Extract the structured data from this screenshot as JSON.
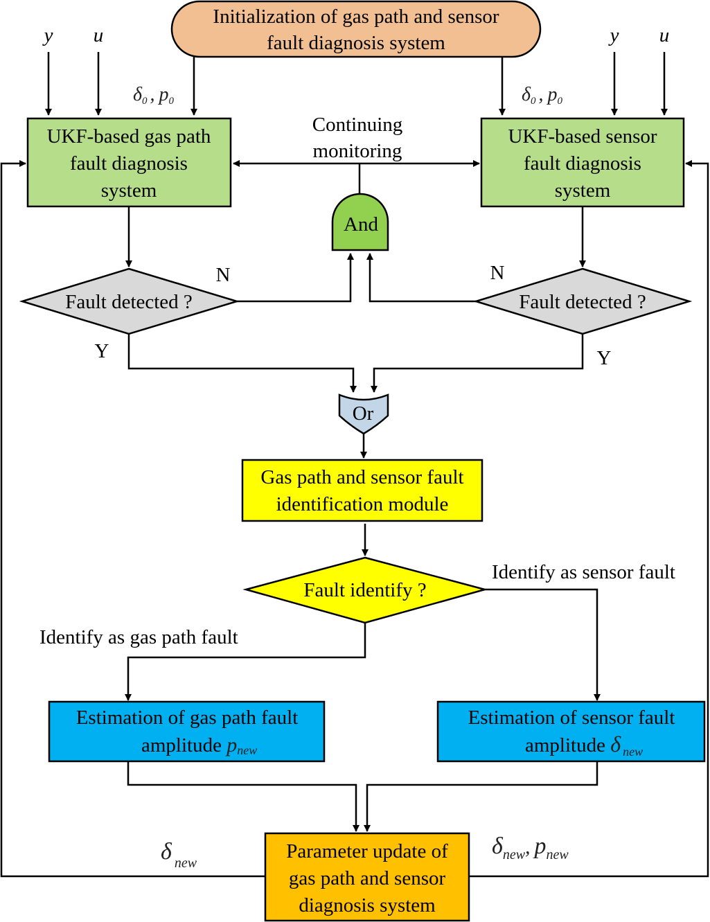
{
  "diagram": {
    "title": "Gas path and sensor fault diagnosis flowchart",
    "colors": {
      "init": "#f2bf92",
      "ukf": "#b6dd8a",
      "and_gate": "#92d050",
      "diamond_detect": "#d9d9d9",
      "or_gate": "#c3d6e8",
      "identify": "#ffff00",
      "estimation": "#00b0f0",
      "update": "#ffc000"
    },
    "nodes": {
      "init": {
        "line1": "Initialization of  gas path and sensor",
        "line2": "fault diagnosis system"
      },
      "ukf_gas": {
        "line1": "UKF-based gas path",
        "line2": "fault diagnosis",
        "line3": "system"
      },
      "ukf_sensor": {
        "line1": "UKF-based sensor",
        "line2": "fault diagnosis",
        "line3": "system"
      },
      "and_gate": {
        "label": "And"
      },
      "detect_left": {
        "label": "Fault detected ?"
      },
      "detect_right": {
        "label": "Fault detected ?"
      },
      "or_gate": {
        "label": "Or"
      },
      "identification": {
        "line1": "Gas path and sensor fault",
        "line2": "identification module"
      },
      "identify_diamond": {
        "label": "Fault identify ?"
      },
      "est_gas": {
        "line1": "Estimation of gas path fault",
        "line2": "amplitude",
        "sym": "p",
        "sub": "new"
      },
      "est_sensor": {
        "line1": "Estimation of sensor fault",
        "line2": "amplitude",
        "sym": "δ",
        "sub": "new"
      },
      "update": {
        "line1": "Parameter update of",
        "line2": "gas path and sensor",
        "line3": "diagnosis system"
      }
    },
    "labels": {
      "y_left": "y",
      "u_left": "u",
      "y_right": "y",
      "u_right": "u",
      "init_params_left": {
        "d": "δ",
        "d_sub": "0",
        "sep": ",",
        "p": "p",
        "p_sub": "0"
      },
      "init_params_right": {
        "d": "δ",
        "d_sub": "0",
        "sep": ",",
        "p": "p",
        "p_sub": "0"
      },
      "continuing_1": "Continuing",
      "continuing_2": "monitoring",
      "n_left": "N",
      "n_right": "N",
      "y_branch_left": "Y",
      "y_branch_right": "Y",
      "identify_sensor": "Identify as sensor fault",
      "identify_gas": "Identify as gas path fault",
      "feedback_left": {
        "d": "δ",
        "d_sub": "new"
      },
      "feedback_right": {
        "d": "δ",
        "d_sub": "new",
        "sep": ",",
        "p": "p",
        "p_sub": "new"
      }
    }
  }
}
